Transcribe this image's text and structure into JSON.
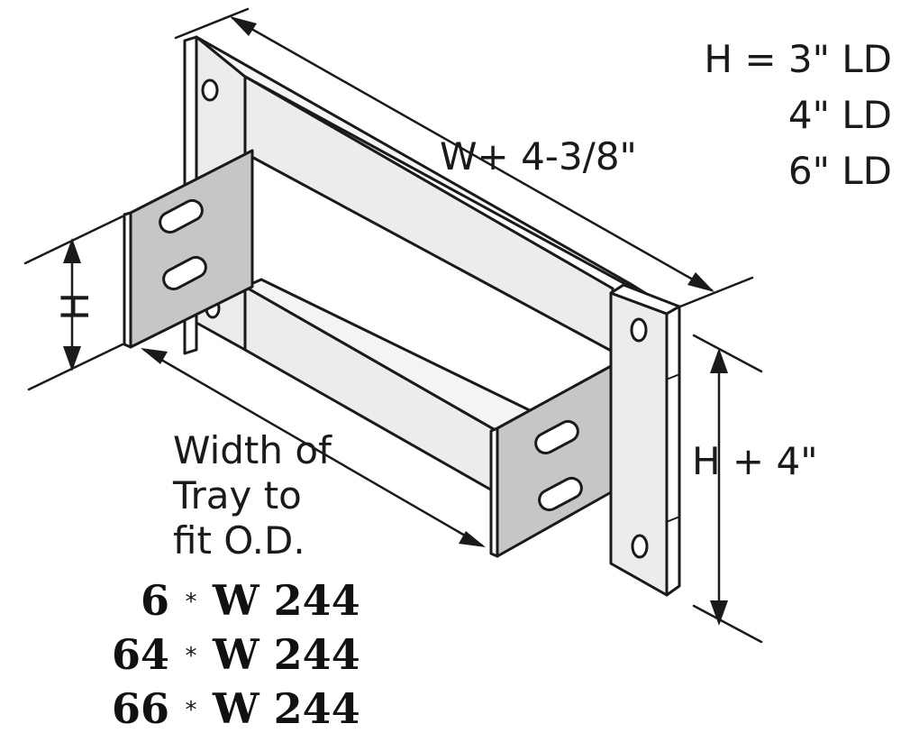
{
  "heights": {
    "line1": "H = 3\" LD",
    "line2": "4\" LD",
    "line3": "6\" LD"
  },
  "dimensions": {
    "length": "W+ 4-3/8\"",
    "side_height": "H",
    "frame_height": "H + 4\"",
    "width_line1": "Width of",
    "width_line2": "Tray to",
    "width_line3": "fit O.D."
  },
  "part_numbers": [
    {
      "prefix": "6",
      "marker": "*",
      "code": "W 244"
    },
    {
      "prefix": "64",
      "marker": "*",
      "code": "W 244"
    },
    {
      "prefix": "66",
      "marker": "*",
      "code": "W 244"
    }
  ],
  "colors": {
    "outline": "#1a1a1a",
    "frame_fill": "#ececec",
    "plate_fill": "#c6c6c6"
  }
}
